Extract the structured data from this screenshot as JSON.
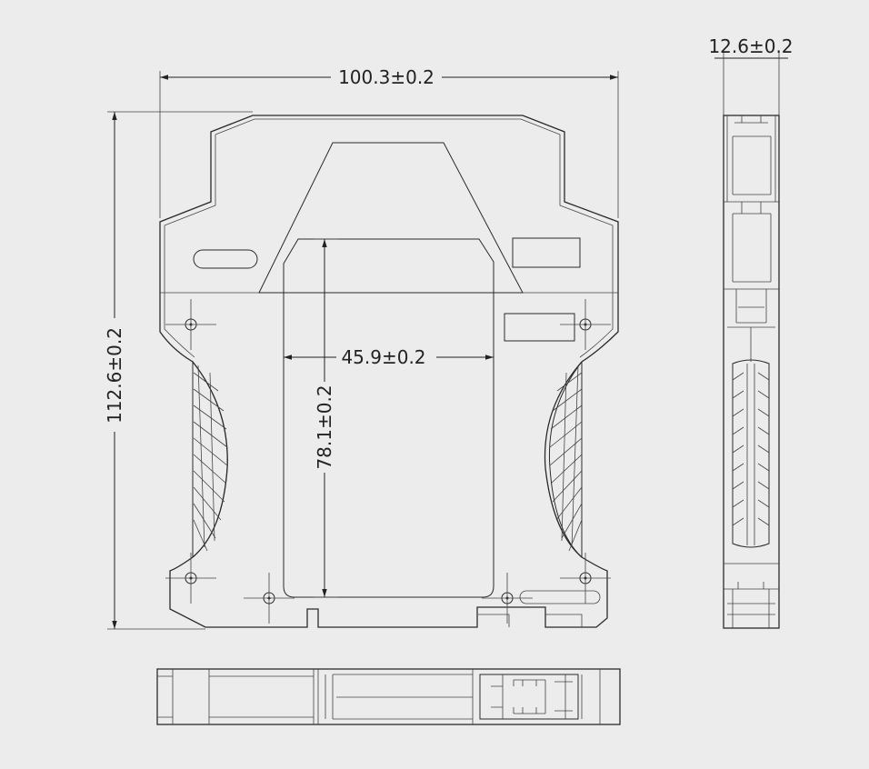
{
  "drawing": {
    "dimensions": {
      "overall_width": "100.3±0.2",
      "overall_height": "112.6±0.2",
      "window_width": "45.9±0.2",
      "window_height": "78.1±0.2",
      "side_thickness": "12.6±0.2"
    },
    "colors": {
      "background": "#ececec",
      "line": "#2a2a2a"
    }
  }
}
